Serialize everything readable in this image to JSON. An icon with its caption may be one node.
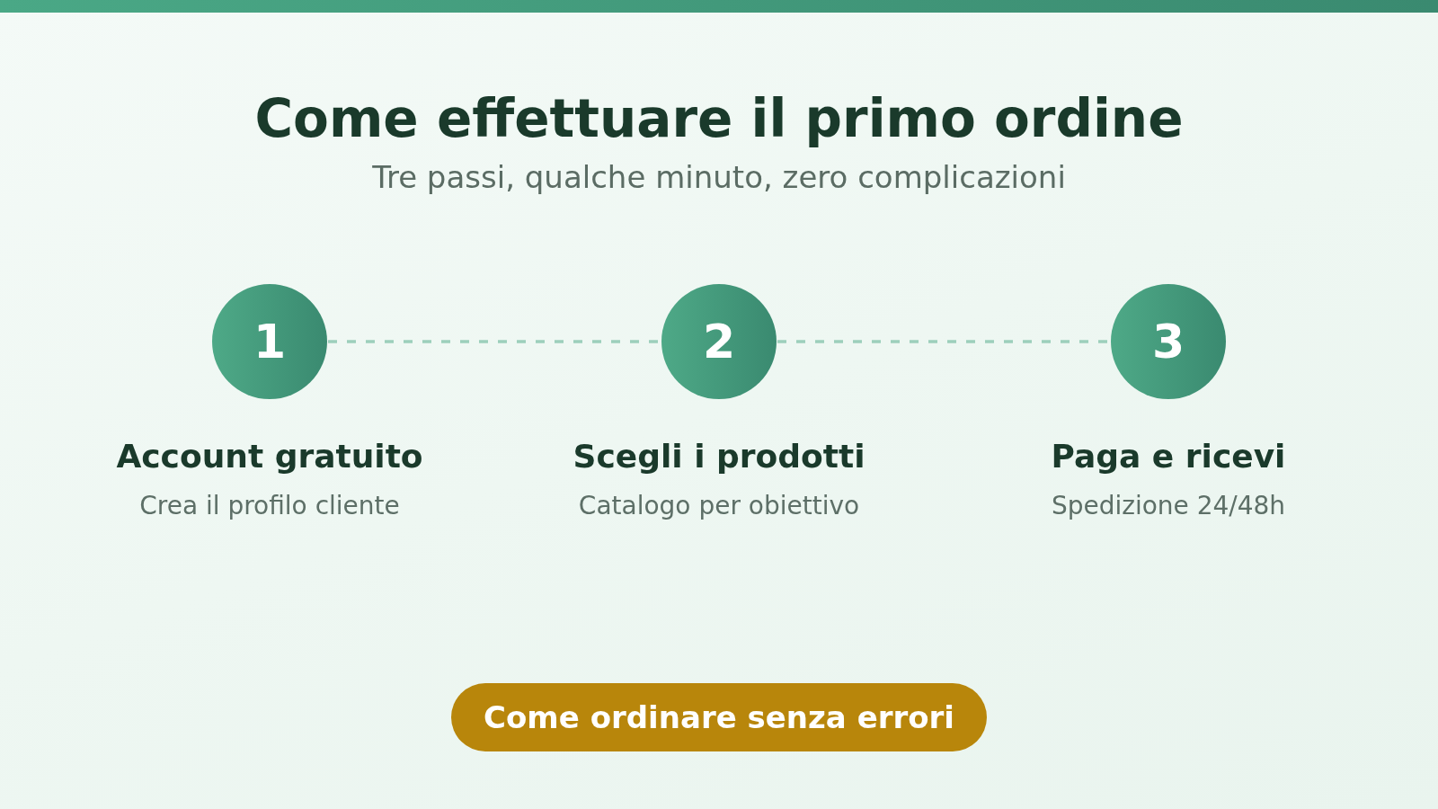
{
  "diagram": {
    "title": "Come effettuare il primo ordine",
    "nodes": [
      {
        "text": [
          "1"
        ],
        "beside": [
          "Account gratuito",
          "Crea il profilo cliente"
        ]
      },
      {
        "text": [
          "2"
        ],
        "beside": [
          "Scegli i prodotti",
          "Catalogo per obiettivo"
        ]
      },
      {
        "text": [
          "3"
        ],
        "beside": [
          "Paga e ricevi",
          "Spedizione 24/48h"
        ]
      },
      {
        "text": [
          "Come ordinare senza errori"
        ]
      }
    ],
    "edges": [
      {
        "from": 0,
        "to": 1,
        "arrow": "none",
        "style": "dashed"
      },
      {
        "from": 1,
        "to": 2,
        "arrow": "none",
        "style": "dashed"
      }
    ],
    "labels": [
      "Tre passi, qualche minuto, zero complicazioni"
    ]
  }
}
